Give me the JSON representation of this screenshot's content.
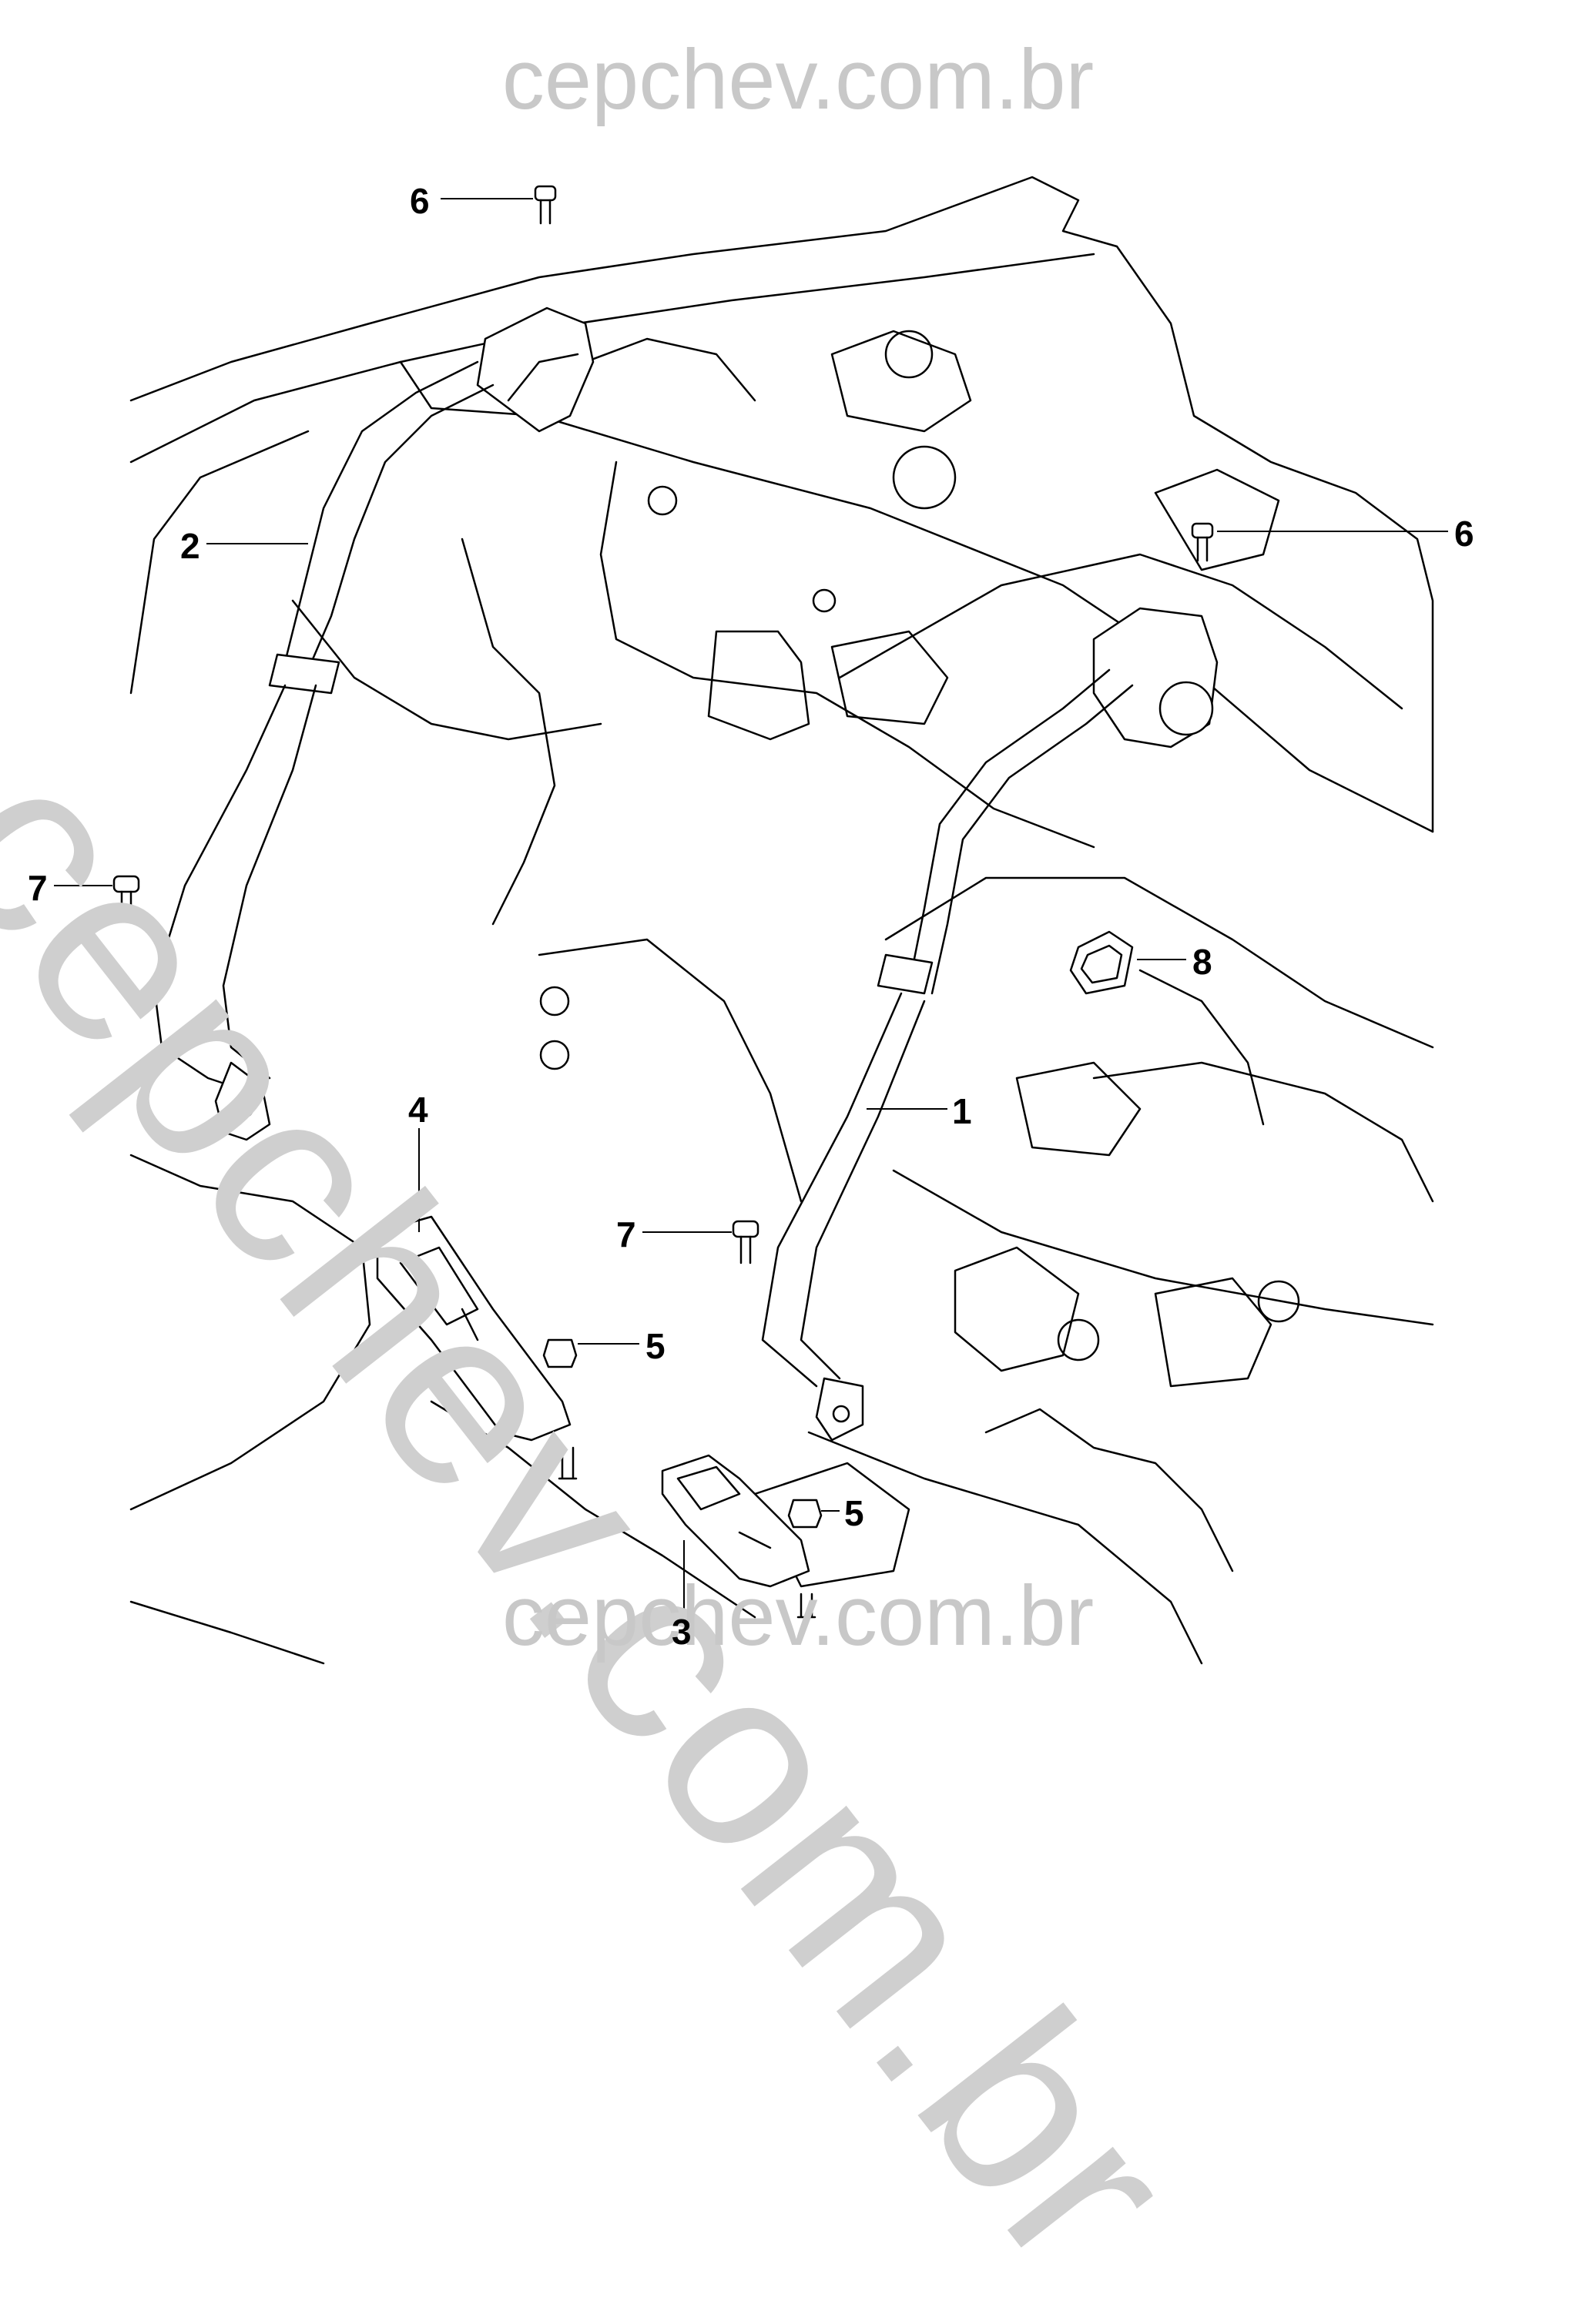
{
  "watermark": {
    "top": "cepchev.com.br",
    "bottom": "cepchev.com.br",
    "diagonal": "cepchev.com.br"
  },
  "callouts": [
    {
      "id": "c6a",
      "number": "6"
    },
    {
      "id": "c6b",
      "number": "6"
    },
    {
      "id": "c2",
      "number": "2"
    },
    {
      "id": "c7a",
      "number": "7"
    },
    {
      "id": "c8",
      "number": "8"
    },
    {
      "id": "c1",
      "number": "1"
    },
    {
      "id": "c4",
      "number": "4"
    },
    {
      "id": "c7b",
      "number": "7"
    },
    {
      "id": "c5a",
      "number": "5"
    },
    {
      "id": "c5b",
      "number": "5"
    },
    {
      "id": "c3",
      "number": "3"
    }
  ]
}
